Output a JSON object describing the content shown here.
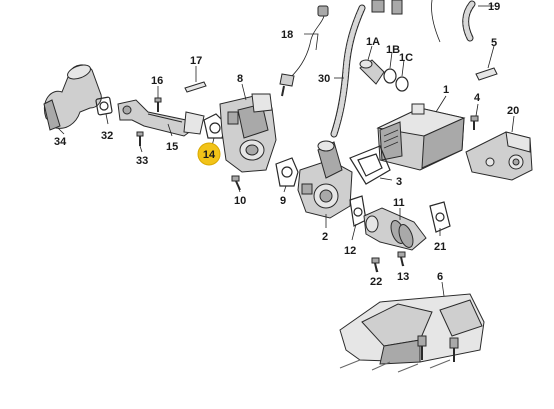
{
  "diagram": {
    "highlight_color": "#f2c318",
    "highlighted_part": "14",
    "callouts": [
      {
        "id": "19",
        "text": "19"
      },
      {
        "id": "18",
        "text": "18"
      },
      {
        "id": "1A",
        "text": "1A"
      },
      {
        "id": "1B",
        "text": "1B"
      },
      {
        "id": "1C",
        "text": "1C"
      },
      {
        "id": "5",
        "text": "5"
      },
      {
        "id": "17",
        "text": "17"
      },
      {
        "id": "16",
        "text": "16"
      },
      {
        "id": "8",
        "text": "8"
      },
      {
        "id": "30",
        "text": "30"
      },
      {
        "id": "1",
        "text": "1"
      },
      {
        "id": "4",
        "text": "4"
      },
      {
        "id": "20",
        "text": "20"
      },
      {
        "id": "34",
        "text": "34"
      },
      {
        "id": "32",
        "text": "32"
      },
      {
        "id": "33",
        "text": "33"
      },
      {
        "id": "15",
        "text": "15"
      },
      {
        "id": "14",
        "text": "14"
      },
      {
        "id": "10",
        "text": "10"
      },
      {
        "id": "9",
        "text": "9"
      },
      {
        "id": "3",
        "text": "3"
      },
      {
        "id": "2",
        "text": "2"
      },
      {
        "id": "11",
        "text": "11"
      },
      {
        "id": "12",
        "text": "12"
      },
      {
        "id": "21",
        "text": "21"
      },
      {
        "id": "22",
        "text": "22"
      },
      {
        "id": "13",
        "text": "13"
      },
      {
        "id": "6",
        "text": "6"
      }
    ]
  }
}
